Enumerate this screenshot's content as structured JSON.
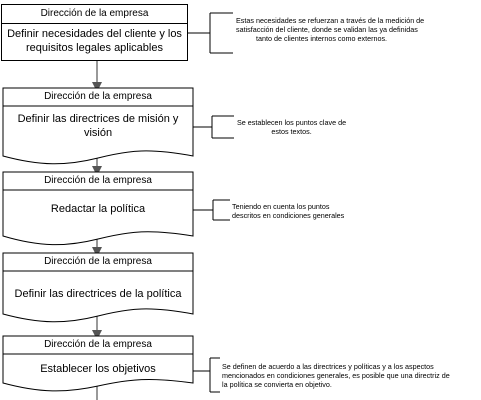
{
  "steps": [
    {
      "header": "Dirección de la empresa",
      "body": [
        "Definir necesidades del cliente y los",
        "requisitos legales aplicables"
      ]
    },
    {
      "header": "Dirección de la empresa",
      "body": [
        "Definir las directrices de misión y",
        "visión"
      ]
    },
    {
      "header": "Dirección de la empresa",
      "body": [
        "Redactar la política"
      ]
    },
    {
      "header": "Dirección de la empresa",
      "body": [
        "Definir las directrices de la política"
      ]
    },
    {
      "header": "Dirección de la empresa",
      "body": [
        "Establecer los objetivos"
      ]
    }
  ],
  "notes": {
    "n1": [
      "Estas necesidades se refuerzan a través de la medición de",
      "satisfacción del cliente, donde se validan las ya definidas",
      "tanto de clientes internos como externos."
    ],
    "n2": [
      "Se establecen los puntos clave de",
      "estos textos."
    ],
    "n3": [
      "Teniendo en cuenta los puntos",
      "descritos en condiciones generales"
    ],
    "n5": [
      "Se definen de acuerdo a las directrices y políticas y a los aspectos",
      "mencionados en condiciones generales, es posible que una directriz de",
      "la política se convierta en objetivo."
    ]
  }
}
